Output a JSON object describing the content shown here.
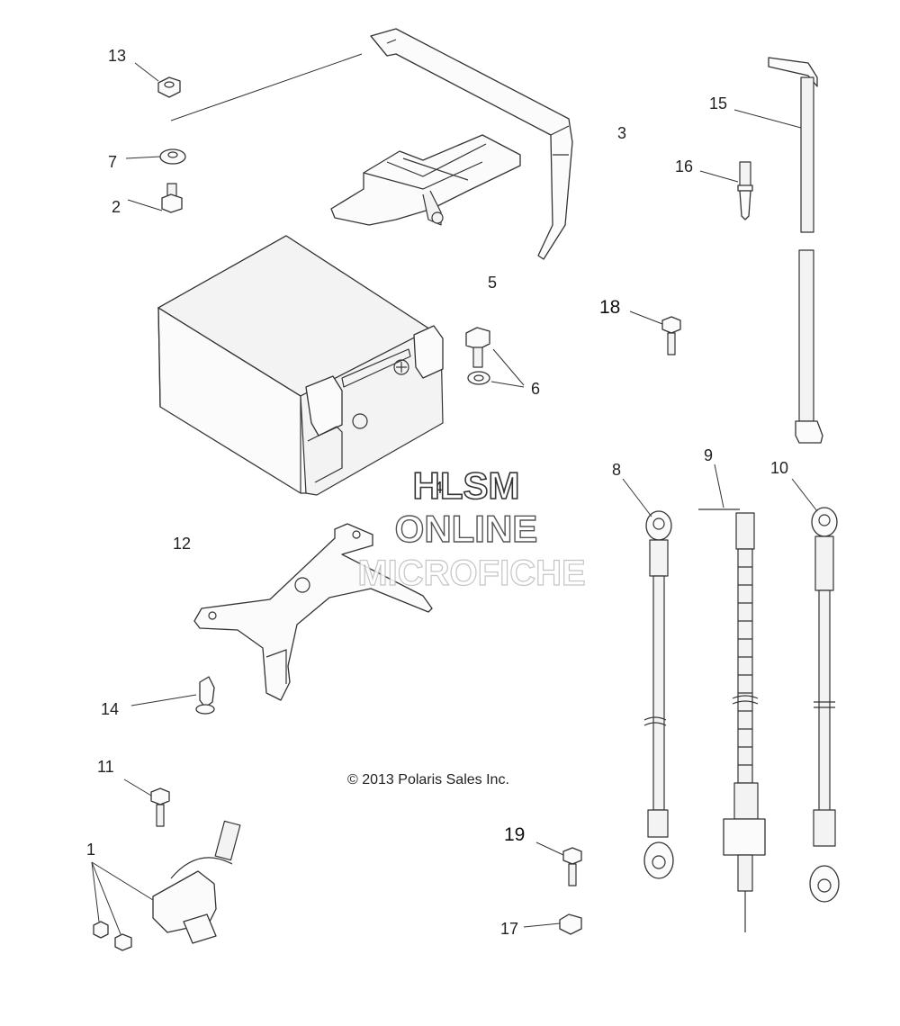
{
  "copyright": "© 2013 Polaris Sales Inc.",
  "watermark": {
    "line1": "HLSM",
    "line2": "ONLINE",
    "line3": "MICROFICHE"
  },
  "callouts": {
    "c1": "1",
    "c2": "2",
    "c3": "3",
    "c4": "4",
    "c5": "5",
    "c6": "6",
    "c7": "7",
    "c8": "8",
    "c9": "9",
    "c10": "10",
    "c11": "11",
    "c12": "12",
    "c13": "13",
    "c14": "14",
    "c15": "15",
    "c16": "16",
    "c17": "17",
    "c18": "18",
    "c19": "19"
  }
}
